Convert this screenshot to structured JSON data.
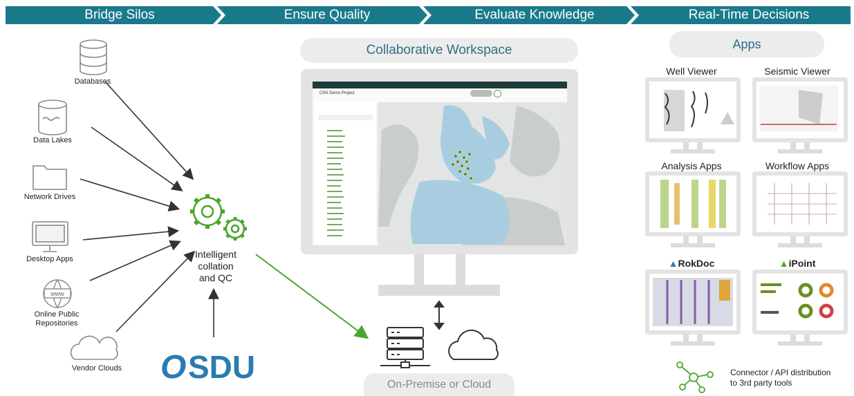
{
  "banner": {
    "steps": [
      {
        "label": "Bridge Silos"
      },
      {
        "label": "Ensure Quality"
      },
      {
        "label": "Evaluate Knowledge"
      },
      {
        "label": "Real-Time Decisions"
      }
    ],
    "color": "#1a7a8c"
  },
  "sources": [
    {
      "label": "Databases",
      "icon": "database-icon"
    },
    {
      "label": "Data Lakes",
      "icon": "data-lake-icon"
    },
    {
      "label": "Network Drives",
      "icon": "folder-icon"
    },
    {
      "label": "Desktop Apps",
      "icon": "desktop-icon"
    },
    {
      "label": "Online Public\nRepositories",
      "icon": "www-icon"
    },
    {
      "label": "Vendor Clouds",
      "icon": "cloud-icon"
    }
  ],
  "collation": {
    "label": "Intelligent\ncollation\nand QC",
    "icon": "gears-icon",
    "color": "#4aa62e"
  },
  "osdu": {
    "label": "OSDU"
  },
  "workspace": {
    "title": "Collaborative Workspace",
    "project": "CNS Demo Project",
    "map_alt": "map"
  },
  "deployment": {
    "label": "On-Premise or Cloud"
  },
  "apps": {
    "title": "Apps",
    "items": [
      {
        "label": "Well Viewer"
      },
      {
        "label": "Seismic Viewer"
      },
      {
        "label": "Analysis Apps"
      },
      {
        "label": "Workflow Apps"
      },
      {
        "label": "RokDoc"
      },
      {
        "label": "iPoint"
      }
    ]
  },
  "connector": {
    "label": "Connector / API distribution\nto 3rd party tools"
  },
  "colors": {
    "teal": "#1a7a8c",
    "green": "#4aa62e",
    "map_sea": "#dfe3e3",
    "map_blocks": "#a8cde0"
  }
}
